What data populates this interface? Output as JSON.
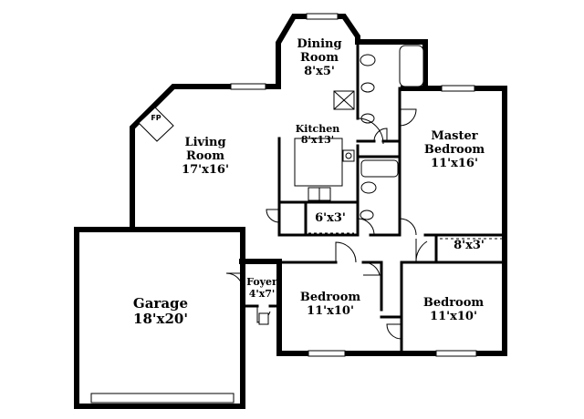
{
  "rooms": {
    "dining": {
      "name_line1": "Dining",
      "name_line2": "Room",
      "size": "8'x5'"
    },
    "living": {
      "name_line1": "Living",
      "name_line2": "Room",
      "size": "17'x16'"
    },
    "kitchen": {
      "name": "Kitchen",
      "size": "8'x13'"
    },
    "master": {
      "name_line1": "Master",
      "name_line2": "Bedroom",
      "size": "11'x16'"
    },
    "closet_a": {
      "size": "6'x3'"
    },
    "closet_b": {
      "size": "8'x3'"
    },
    "foyer": {
      "name": "Foyer",
      "size": "4'x7'"
    },
    "garage": {
      "name": "Garage",
      "size": "18'x20'"
    },
    "bedroom1": {
      "name": "Bedroom",
      "size": "11'x10'"
    },
    "bedroom2": {
      "name": "Bedroom",
      "size": "11'x10'"
    }
  },
  "fireplace": {
    "label": "FP"
  }
}
